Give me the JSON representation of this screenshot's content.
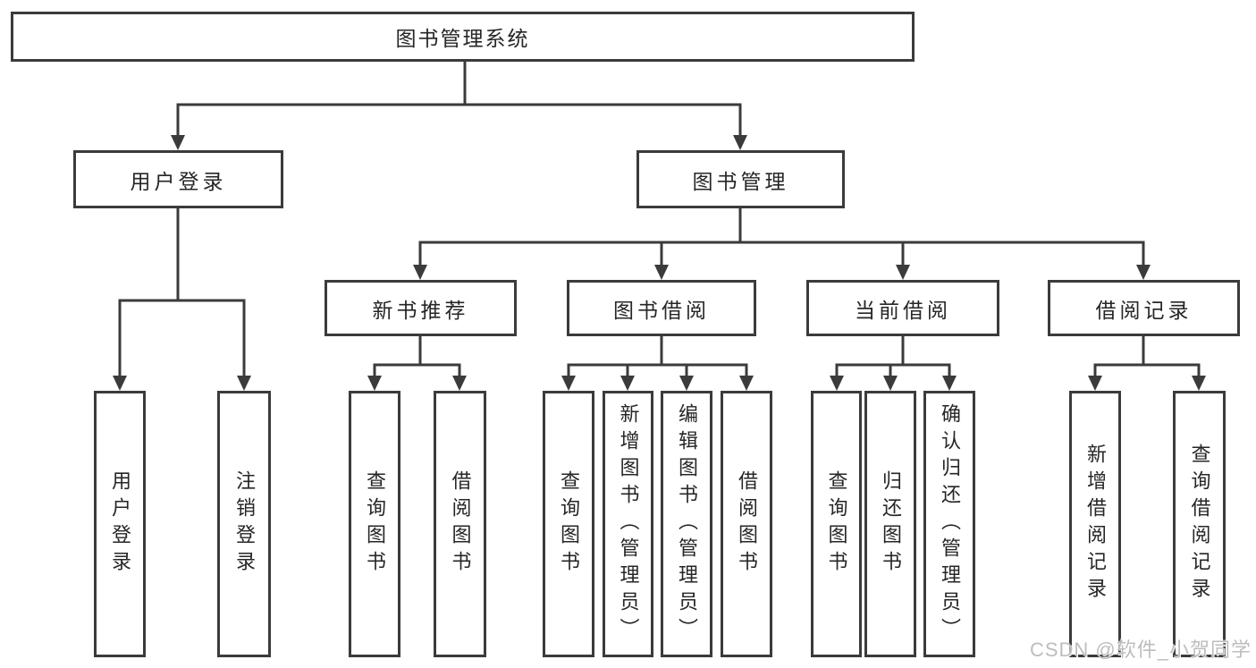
{
  "colors": {
    "line": "#3b3b3b",
    "text": "#262626",
    "background": "#ffffff",
    "watermark": "#bdbdbd"
  },
  "watermark": "CSDN @软件_小贺同学",
  "tree": {
    "root": {
      "label": "图书管理系统"
    },
    "level1": [
      {
        "id": "user-login",
        "label": "用户登录"
      },
      {
        "id": "book-management",
        "label": "图书管理"
      }
    ],
    "level2": [
      {
        "id": "new-book-recommend",
        "label": "新书推荐"
      },
      {
        "id": "book-borrow",
        "label": "图书借阅"
      },
      {
        "id": "current-borrow",
        "label": "当前借阅"
      },
      {
        "id": "borrow-records",
        "label": "借阅记录"
      }
    ],
    "leaves": {
      "user_login": [
        {
          "label": "用户登录"
        },
        {
          "label": "注销登录"
        }
      ],
      "new_book_recommend": [
        {
          "label": "查询图书"
        },
        {
          "label": "借阅图书"
        }
      ],
      "book_borrow": [
        {
          "label": "查询图书"
        },
        {
          "label": "新增图书（管理员）"
        },
        {
          "label": "编辑图书（管理员）"
        },
        {
          "label": "借阅图书"
        }
      ],
      "current_borrow": [
        {
          "label": "查询图书"
        },
        {
          "label": "归还图书"
        },
        {
          "label": "确认归还（管理员）"
        }
      ],
      "borrow_records": [
        {
          "label": "新增借阅记录"
        },
        {
          "label": "查询借阅记录"
        }
      ]
    }
  }
}
